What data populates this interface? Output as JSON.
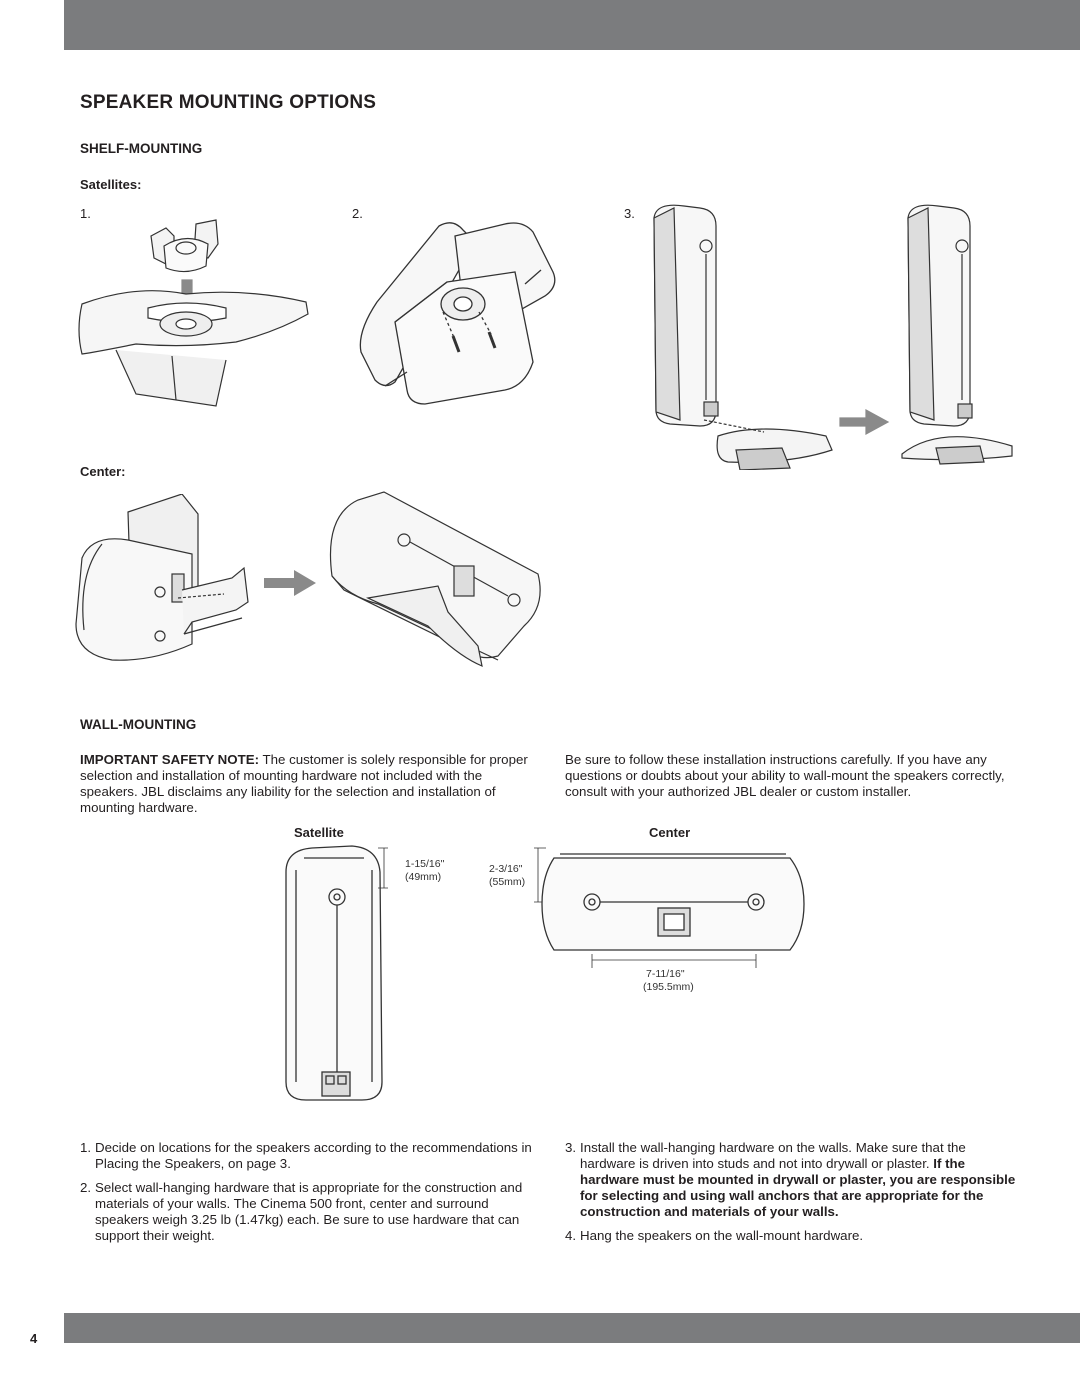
{
  "page": {
    "number": "4"
  },
  "title": "SPEAKER MOUNTING OPTIONS",
  "shelf": {
    "heading": "SHELF-MOUNTING",
    "satellites_label": "Satellites:",
    "steps": [
      "1.",
      "2.",
      "3."
    ],
    "center_label": "Center:"
  },
  "wall": {
    "heading": "WALL-MOUNTING",
    "note_bold": "IMPORTANT SAFETY NOTE:",
    "note_text": " The customer is solely responsible for proper selection and installation of mounting hardware not included with the speakers. JBL disclaims any liability for the selection and installation of mounting hardware.",
    "note_right": "Be sure to follow these installation instructions carefully. If you have any questions or doubts about your ability to wall-mount the speakers correctly, consult with your authorized JBL dealer or custom installer.",
    "satellite_label": "Satellite",
    "center_label": "Center",
    "dims": {
      "sat_a": "1-15/16\"",
      "sat_b": "(49mm)",
      "ctr_h_a": "2-3/16\"",
      "ctr_h_b": "(55mm)",
      "ctr_w_a": "7-11/16\"",
      "ctr_w_b": "(195.5mm)"
    },
    "steps": {
      "s1_num": "1.",
      "s1": "Decide on locations for the speakers according to the recommendations in Placing the Speakers, on page 3.",
      "s2_num": "2.",
      "s2": "Select wall-hanging hardware that is appropriate for the construction and materials of your walls. The Cinema 500 front, center and surround speakers weigh 3.25 lb (1.47kg) each. Be sure to use hardware that can support their weight.",
      "s3_num": "3.",
      "s3_text": "Install the wall-hanging hardware on the walls. Make sure that the hardware is driven into studs and not into drywall or plaster. ",
      "s3_bold": "If the hardware must be mounted in drywall or plaster, you are responsible for selecting and using wall anchors that are appropriate for the construction and materials of your walls.",
      "s4_num": "4.",
      "s4": "Hang the speakers on the wall-mount hardware."
    }
  }
}
